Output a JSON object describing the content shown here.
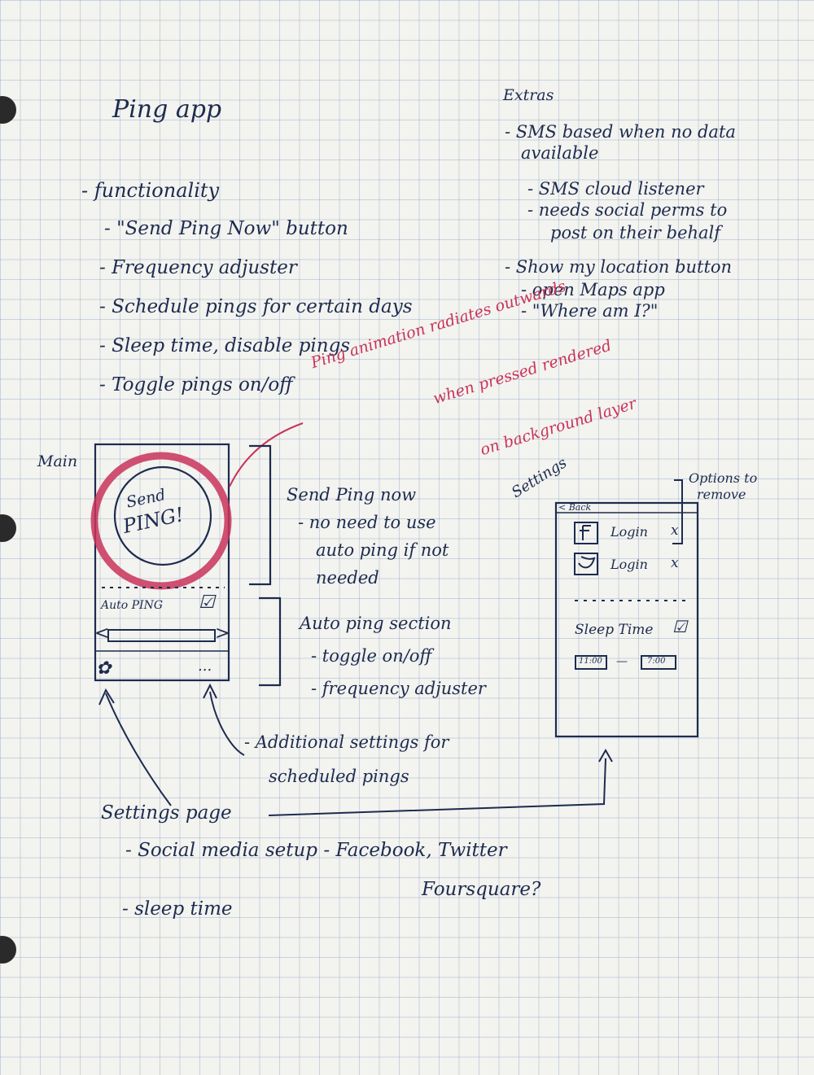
{
  "title": "Ping app",
  "extras": {
    "heading": "Extras",
    "items": [
      "- SMS based when no data",
      "available",
      "- SMS cloud listener",
      "- needs social perms to",
      "post on their behalf",
      "- Show my location button",
      "- open Maps app",
      "- \"Where am I?\""
    ]
  },
  "functionality": {
    "heading": "- functionality",
    "items": [
      "- \"Send Ping Now\" button",
      "- Frequency adjuster",
      "- Schedule pings for certain days",
      "- Sleep time, disable pings",
      "- Toggle pings on/off"
    ]
  },
  "annotation_red": [
    "Ping animation radiates outwards",
    "when pressed rendered",
    "on background layer"
  ],
  "main_label": "Main",
  "main_phone": {
    "button_text_1": "Send",
    "button_text_2": "PING!",
    "auto_ping_label": "Auto PING",
    "checkbox": "☑",
    "left_arrow": "<",
    "right_arrow": ">",
    "more": "...",
    "gear": "✿"
  },
  "send_ping_notes": [
    "Send Ping now",
    "- no need to use",
    "auto ping if not",
    "needed"
  ],
  "auto_ping_notes": [
    "Auto ping section",
    "- toggle on/off",
    "- frequency adjuster"
  ],
  "additional_note": [
    "- Additional settings for",
    "scheduled pings"
  ],
  "settings_label": "Settings",
  "options_note": [
    "Options to",
    "remove"
  ],
  "settings_phone": {
    "back": "< Back",
    "login_1": "Login",
    "login_2": "Login",
    "remove": "x",
    "sleep_time": "Sleep Time",
    "sleep_check": "☑",
    "time_start": "11:00",
    "dash": "—",
    "time_end": "7:00"
  },
  "settings_page": {
    "heading": "Settings page",
    "items": [
      "- Social media setup  - Facebook, Twitter",
      "Foursquare?",
      "- sleep time"
    ]
  }
}
